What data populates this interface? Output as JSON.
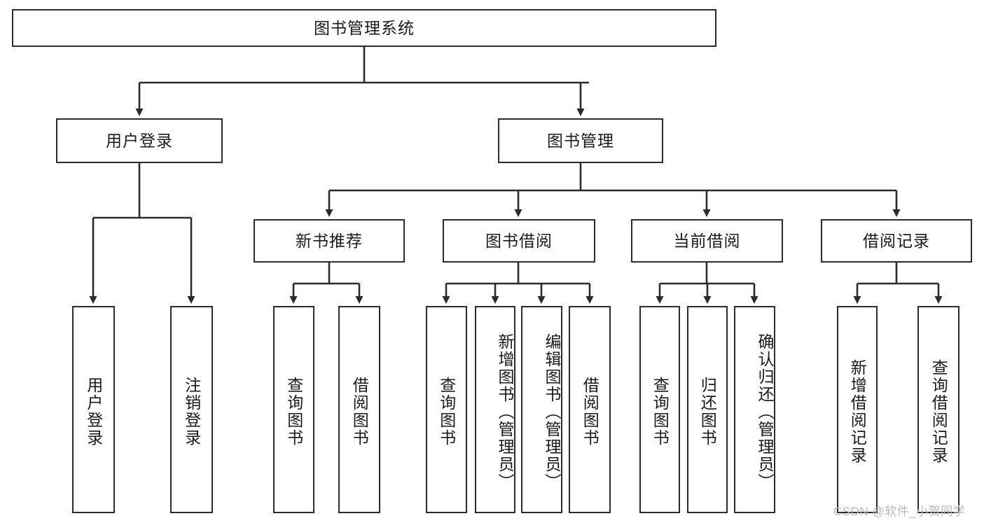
{
  "diagram": {
    "title_node": {
      "id": "root",
      "label": "图书管理系统"
    },
    "level2": [
      {
        "id": "user-login",
        "label": "用户登录"
      },
      {
        "id": "book-manage",
        "label": "图书管理"
      }
    ],
    "level3": [
      {
        "id": "new-book-recommend",
        "label": "新书推荐"
      },
      {
        "id": "book-borrow",
        "label": "图书借阅"
      },
      {
        "id": "current-borrow",
        "label": "当前借阅"
      },
      {
        "id": "borrow-record",
        "label": "借阅记录"
      }
    ],
    "leaves": [
      {
        "id": "leaf-user-login",
        "label": "用户登录",
        "parent": "user-login"
      },
      {
        "id": "leaf-logout-login",
        "label": "注销登录",
        "parent": "user-login"
      },
      {
        "id": "leaf-query-book-1",
        "label": "查询图书",
        "parent": "new-book-recommend"
      },
      {
        "id": "leaf-borrow-book-1",
        "label": "借阅图书",
        "parent": "new-book-recommend"
      },
      {
        "id": "leaf-query-book-2",
        "label": "查询图书",
        "parent": "book-borrow"
      },
      {
        "id": "leaf-add-book",
        "label": "新增图书（管理员）",
        "parent": "book-borrow"
      },
      {
        "id": "leaf-edit-book",
        "label": "编辑图书（管理员）",
        "parent": "book-borrow"
      },
      {
        "id": "leaf-borrow-book-2",
        "label": "借阅图书",
        "parent": "book-borrow"
      },
      {
        "id": "leaf-query-book-3",
        "label": "查询图书",
        "parent": "current-borrow"
      },
      {
        "id": "leaf-return-book",
        "label": "归还图书",
        "parent": "current-borrow"
      },
      {
        "id": "leaf-confirm-return",
        "label": "确认归还（管理员）",
        "parent": "current-borrow"
      },
      {
        "id": "leaf-add-record",
        "label": "新增借阅记录",
        "parent": "borrow-record"
      },
      {
        "id": "leaf-query-record",
        "label": "查询借阅记录",
        "parent": "borrow-record"
      }
    ],
    "watermark": "CSDN @软件_小贺同学",
    "colors": {
      "stroke": "#2b2b2b",
      "box_fill": "#ffffff",
      "text": "#1a1a1a",
      "watermark": "#b9b9b9",
      "background": "#ffffff"
    }
  }
}
